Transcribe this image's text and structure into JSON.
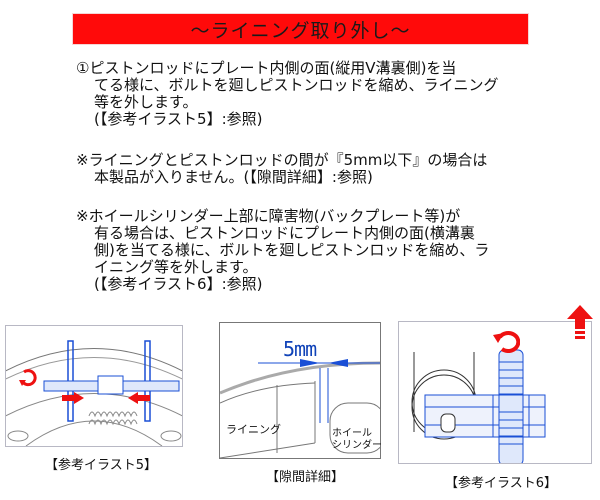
{
  "title": "～ライニング取り外し～",
  "colors": {
    "title_bg": "#ff0a0a",
    "diagram_blue": "#1a4fd6",
    "arrow_red": "#ee1111"
  },
  "paragraphs": [
    {
      "lines": [
        "①ピストンロッドにプレート内側の面(縦用V溝裏側)を当",
        "てる様に、ボルトを廻しピストンロッドを縮め、ライニング",
        "等を外します。",
        "(【参考イラスト5】:参照)"
      ]
    },
    {
      "lines": [
        "※ライニングとピストンロッドの間が『5mm以下』の場合は",
        "本製品が入りません。(【隙間詳細】:参照)"
      ]
    },
    {
      "lines": [
        "※ホイールシリンダー上部に障害物(バックプレート等)が",
        "有る場合は、ピストンロッドにプレート内側の面(横溝裏",
        "側)を当てる様に、ボルトを廻しピストンロッドを縮め、ラ",
        "イニング等を外します。",
        "(【参考イラスト6】:参照)"
      ]
    }
  ],
  "figures": [
    {
      "caption": "【参考イラスト5】",
      "icons": [
        "rotate-arrow-icon",
        "push-arrow-left-icon",
        "push-arrow-right-icon"
      ]
    },
    {
      "caption": "【隙間詳細】",
      "dimension": "5mm",
      "labels": {
        "lining": "ライニング",
        "cylinder_1": "ホイール",
        "cylinder_2": "シリンダー"
      }
    },
    {
      "caption": "【参考イラスト6】",
      "icons": [
        "rotate-arrow-icon",
        "up-arrow-icon"
      ]
    }
  ]
}
